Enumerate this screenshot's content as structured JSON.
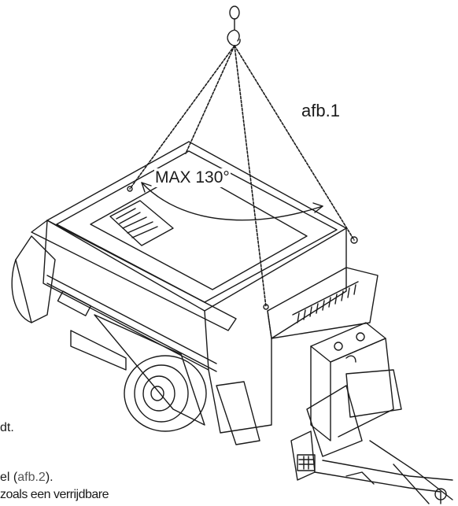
{
  "figure": {
    "label": "afb.1",
    "angle_label": "MAX 130°"
  },
  "text_fragments": {
    "line1": "dt.",
    "line2_prefix": "el (",
    "line2_ref": "afb.2",
    "line2_suffix": ").",
    "line3": "zoals een verrijdbare"
  }
}
